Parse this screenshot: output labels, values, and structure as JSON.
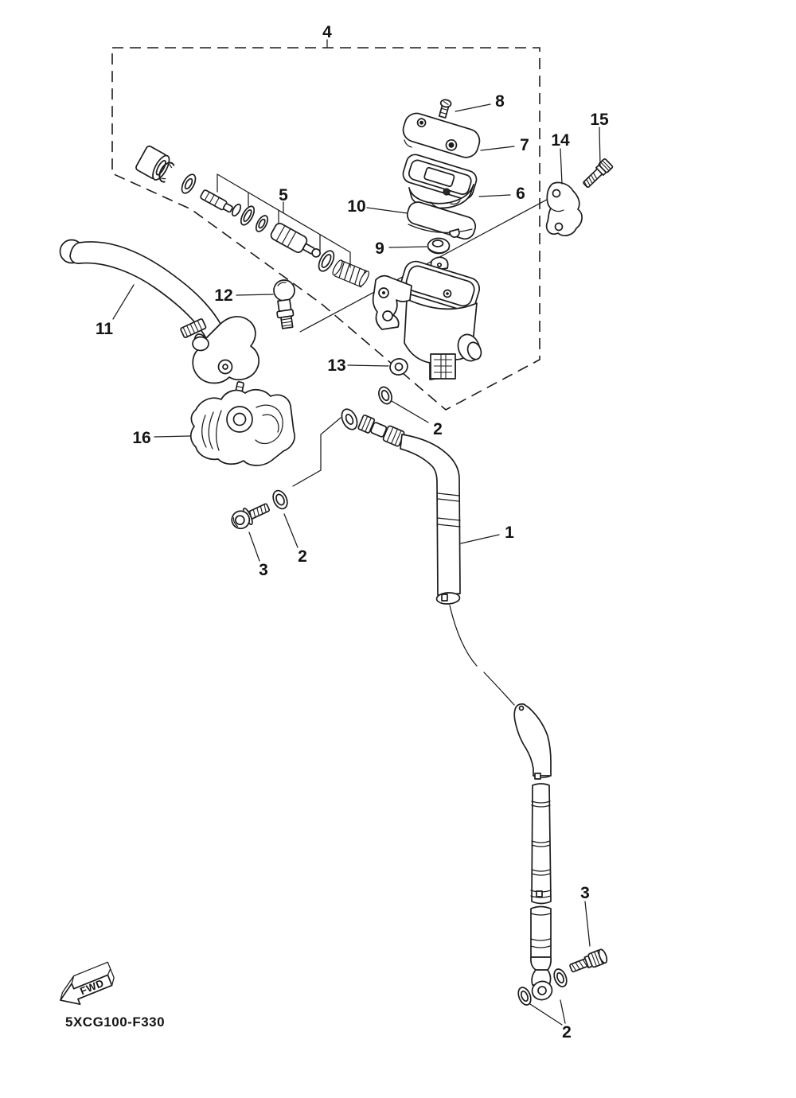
{
  "diagram": {
    "code": "5XCG100-F330",
    "fwd": "FWD",
    "colors": {
      "line": "#1c1c1c",
      "background": "#ffffff"
    },
    "callouts": {
      "c1": "1",
      "c2a": "2",
      "c2b": "2",
      "c2c": "2",
      "c3a": "3",
      "c3b": "3",
      "c4": "4",
      "c5": "5",
      "c6": "6",
      "c7": "7",
      "c8": "8",
      "c9": "9",
      "c10": "10",
      "c11": "11",
      "c12": "12",
      "c13": "13",
      "c14": "14",
      "c15": "15",
      "c16": "16"
    }
  }
}
